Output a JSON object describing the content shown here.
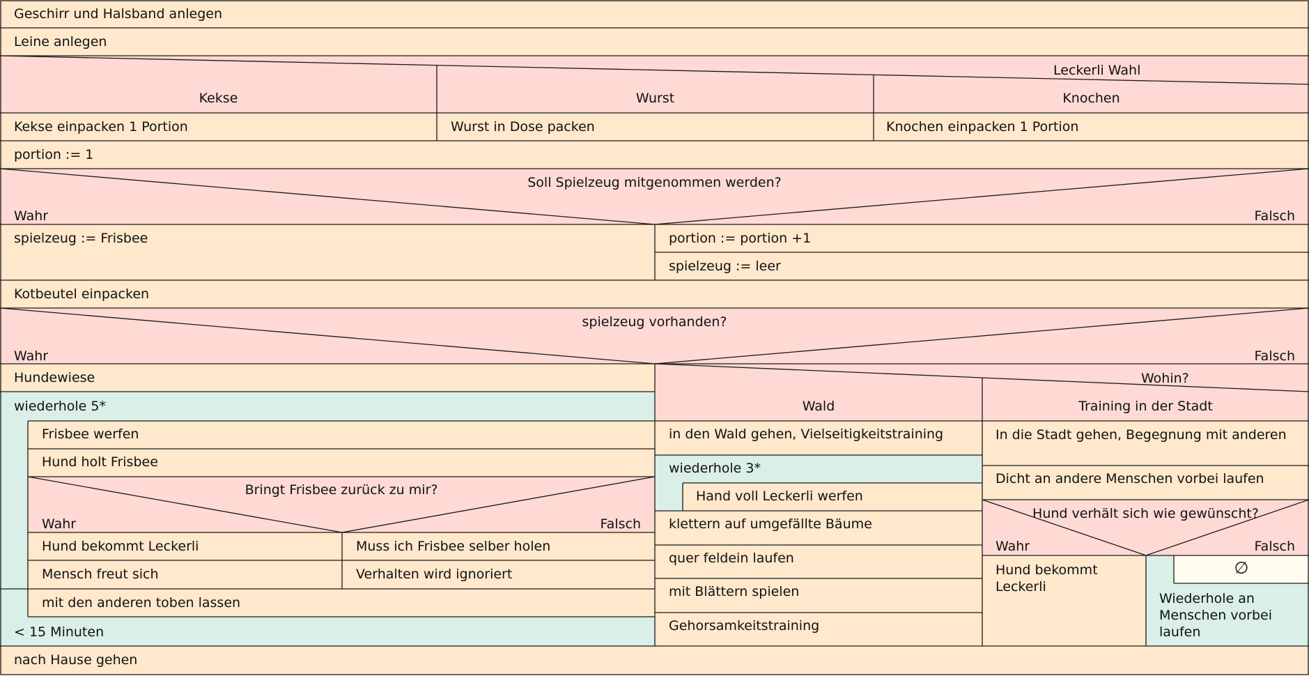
{
  "colors": {
    "action": "#ffe8cc",
    "condition": "#ffdad4",
    "loop": "#d9efe7",
    "border": "#1a1a1a"
  },
  "steps": {
    "geschirr": "Geschirr und Halsband anlegen",
    "leine": "Leine anlegen",
    "portion_init": "portion := 1",
    "kotbeutel": "Kotbeutel einpacken",
    "nach_hause": "nach Hause gehen"
  },
  "leckerli_case": {
    "title": "Leckerli Wahl",
    "options": [
      "Kekse",
      "Wurst",
      "Knochen"
    ],
    "actions": [
      "Kekse einpacken 1 Portion",
      "Wurst in Dose packen",
      "Knochen einpacken 1 Portion"
    ]
  },
  "spielzeug_decision": {
    "question": "Soll Spielzeug mitgenommen werden?",
    "true_label": "Wahr",
    "false_label": "Falsch",
    "true_action": "spielzeug := Frisbee",
    "false_actions": [
      "portion := portion +1",
      "spielzeug := leer"
    ]
  },
  "vorhanden_decision": {
    "question": "spielzeug vorhanden?",
    "true_label": "Wahr",
    "false_label": "Falsch"
  },
  "wahr_branch": {
    "hundewiese": "Hundewiese",
    "loop_label": "wiederhole 5*",
    "frisbee_werfen": "Frisbee werfen",
    "hund_holt": "Hund holt Frisbee",
    "bringt_question": "Bringt Frisbee zurück zu mir?",
    "bringt_true": "Wahr",
    "bringt_false": "Falsch",
    "bringt_true_actions": [
      "Hund bekommt Leckerli",
      "Mensch freut sich"
    ],
    "bringt_false_actions": [
      "Muss ich Frisbee selber holen",
      "Verhalten wird ignoriert"
    ],
    "toben": "mit den anderen toben lassen",
    "until": "< 15 Minuten"
  },
  "wohin_case": {
    "title": "Wohin?",
    "options": [
      "Wald",
      "Training in der Stadt"
    ],
    "wald": {
      "step1": "in den Wald gehen, Vielseitigkeitstraining",
      "loop_label": "wiederhole 3*",
      "loop_action": "Hand voll Leckerli werfen",
      "step2": "klettern auf umgefällte Bäume",
      "step3": "quer feldein laufen",
      "step4": "mit Blättern spielen",
      "step5": "Gehorsamkeitstraining"
    },
    "stadt": {
      "step1": "In die Stadt gehen, Begegnung mit anderen",
      "step2": "Dicht an andere Menschen vorbei laufen",
      "question": "Hund verhält sich wie gewünscht?",
      "true_label": "Wahr",
      "false_label": "Falsch",
      "true_action": "Hund bekommt Leckerli",
      "empty_symbol": "∅",
      "false_loop_label": "Wiederhole an Menschen vorbei laufen"
    }
  }
}
